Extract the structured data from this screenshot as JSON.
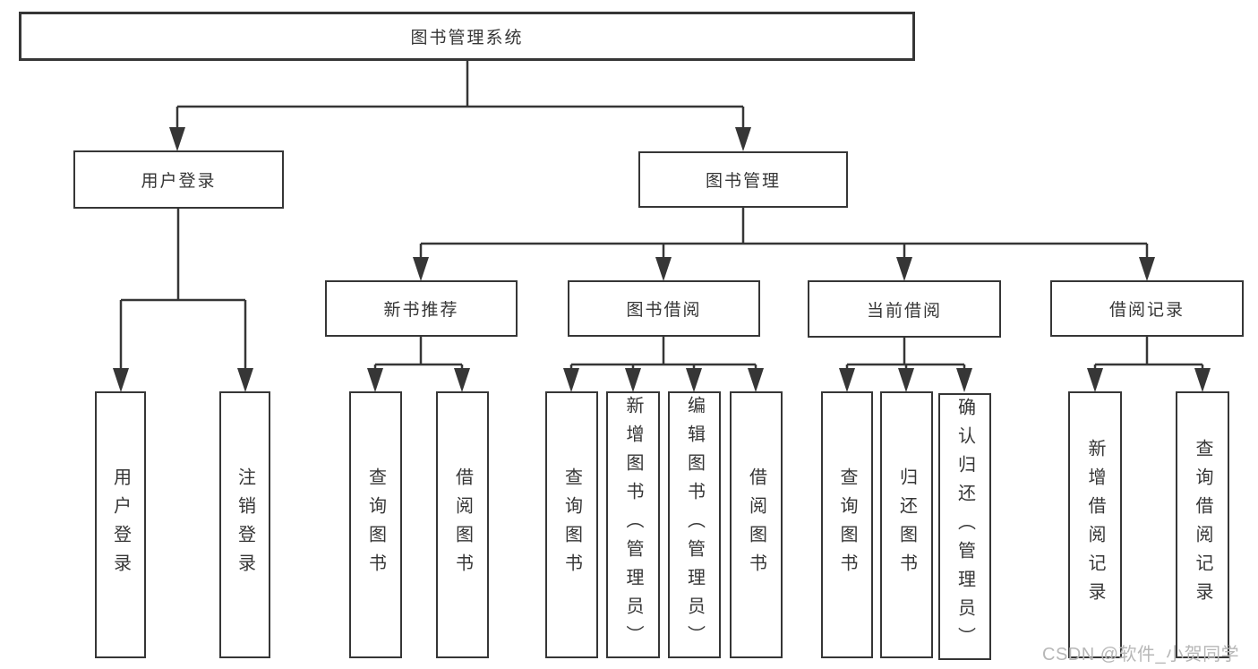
{
  "diagram_title": "图书管理系统",
  "tree": {
    "label": "图书管理系统",
    "children": [
      {
        "label": "用户登录",
        "children": [
          {
            "label": "用户登录"
          },
          {
            "label": "注销登录"
          }
        ]
      },
      {
        "label": "图书管理",
        "children": [
          {
            "label": "新书推荐",
            "children": [
              {
                "label": "查询图书"
              },
              {
                "label": "借阅图书"
              }
            ]
          },
          {
            "label": "图书借阅",
            "children": [
              {
                "label": "查询图书"
              },
              {
                "label": "新增图书（管理员）"
              },
              {
                "label": "编辑图书（管理员）"
              },
              {
                "label": "借阅图书"
              }
            ]
          },
          {
            "label": "当前借阅",
            "children": [
              {
                "label": "查询图书"
              },
              {
                "label": "归还图书"
              },
              {
                "label": "确认归还（管理员）"
              }
            ]
          },
          {
            "label": "借阅记录",
            "children": [
              {
                "label": "新增借阅记录"
              },
              {
                "label": "查询借阅记录"
              }
            ]
          }
        ]
      }
    ]
  },
  "watermark": {
    "text": "CSDN @软件_小贺同学"
  },
  "colors": {
    "line": "#363636",
    "text": "#363636",
    "background": "#ffffff",
    "watermark": "#b7b7b7"
  }
}
